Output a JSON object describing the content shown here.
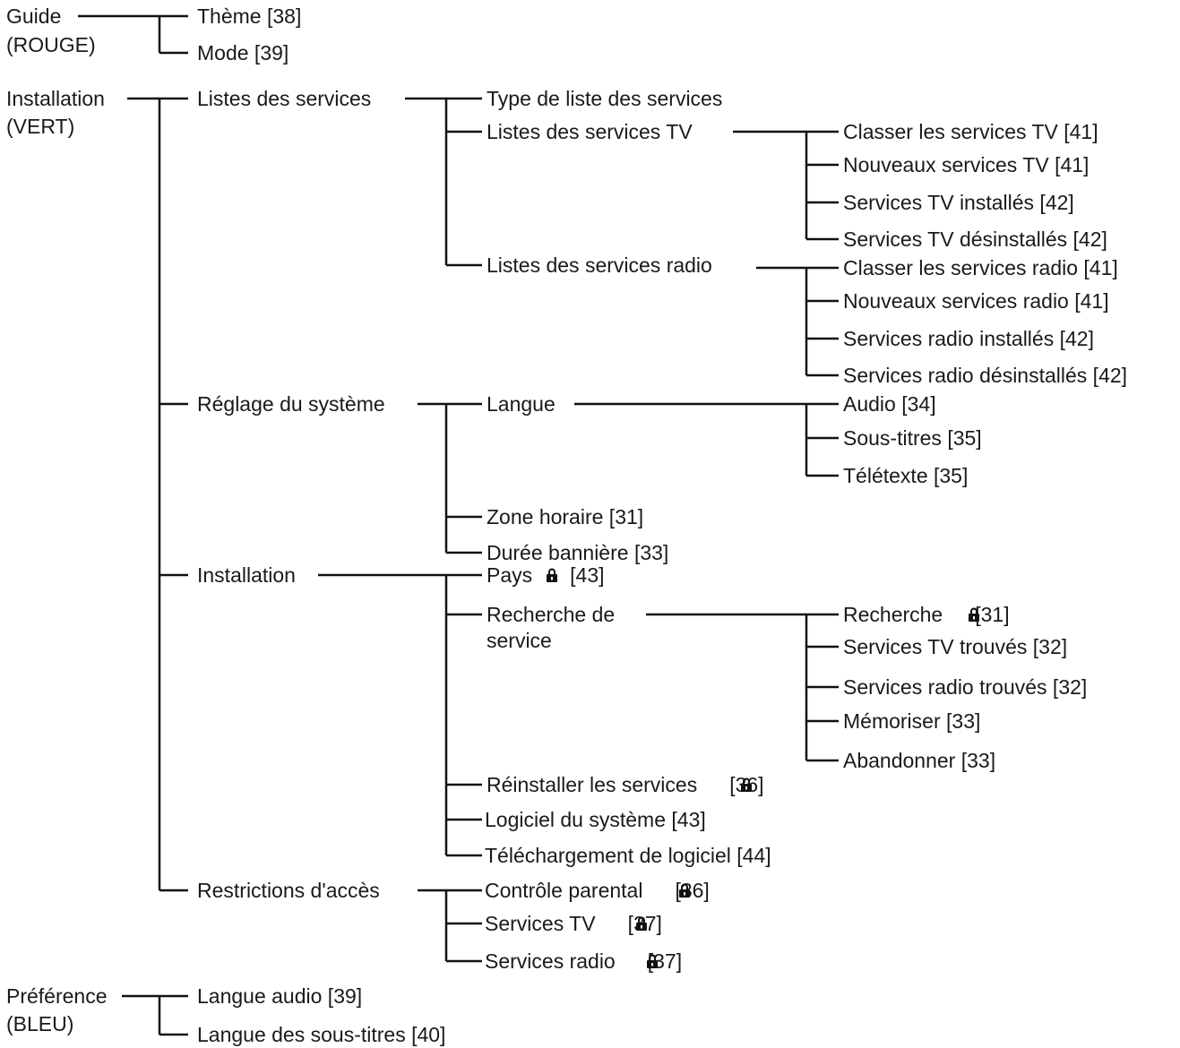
{
  "menu_tree": {
    "guide": {
      "label": "Guide",
      "color_key": "(ROUGE)",
      "items": [
        "Thème [38]",
        "Mode [39]"
      ]
    },
    "installation": {
      "label": "Installation",
      "color_key": "(VERT)",
      "listes_des_services": {
        "label": "Listes des services",
        "type_de_liste": "Type de liste des services",
        "tv": {
          "label": "Listes des services TV",
          "items": [
            "Classer les services TV [41]",
            "Nouveaux services TV [41]",
            "Services TV installés [42]",
            "Services TV désinstallés [42]"
          ]
        },
        "radio": {
          "label": "Listes des services radio",
          "items": [
            "Classer les services radio [41]",
            "Nouveaux services radio [41]",
            "Services radio installés [42]",
            "Services radio désinstallés [42]"
          ]
        }
      },
      "reglage_du_systeme": {
        "label": "Réglage du système",
        "langue": {
          "label": "Langue",
          "items": [
            "Audio [34]",
            "Sous-titres [35]",
            "Télétexte [35]"
          ]
        },
        "zone_horaire": "Zone horaire [31]",
        "duree_banniere": "Durée bannière [33]"
      },
      "installation_sub": {
        "label": "Installation",
        "pays": {
          "text": "Pays",
          "ref": "[43]"
        },
        "recherche_de_service": {
          "label_line1": "Recherche de",
          "label_line2": "service",
          "recherche": {
            "text": "Recherche",
            "ref": "[31]"
          },
          "items": [
            "Services TV trouvés [32]",
            "Services radio trouvés [32]",
            "Mémoriser [33]",
            "Abandonner [33]"
          ]
        },
        "reinstaller": {
          "text": "Réinstaller les services",
          "ref": "[36]"
        },
        "logiciel": "Logiciel du système [43]",
        "telechargement": "Téléchargement de logiciel [44]"
      },
      "restrictions": {
        "label": "Restrictions d'accès",
        "controle_parental": {
          "text": "Contrôle parental",
          "ref": "[36]"
        },
        "services_tv": {
          "text": "Services TV",
          "ref": "[37]"
        },
        "services_radio": {
          "text": "Services radio",
          "ref": "[37]"
        }
      }
    },
    "preference": {
      "label": "Préférence",
      "color_key": "(BLEU)",
      "items": [
        "Langue audio [39]",
        "Langue des sous-titres [40]"
      ]
    }
  },
  "lock_icon": "padlock-icon",
  "colors": {
    "ink": "#111111",
    "background": "#ffffff"
  }
}
